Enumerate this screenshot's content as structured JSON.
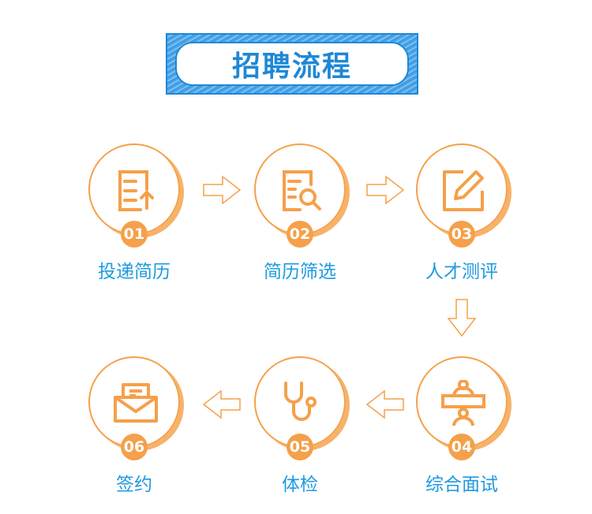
{
  "title": "招聘流程",
  "steps": [
    {
      "num": "01",
      "label": "投递简历",
      "icon": "document-upload-icon"
    },
    {
      "num": "02",
      "label": "简历筛选",
      "icon": "document-search-icon"
    },
    {
      "num": "03",
      "label": "人才测评",
      "icon": "edit-icon"
    },
    {
      "num": "04",
      "label": "综合面试",
      "icon": "interview-icon"
    },
    {
      "num": "05",
      "label": "体检",
      "icon": "stethoscope-icon"
    },
    {
      "num": "06",
      "label": "签约",
      "icon": "envelope-icon"
    }
  ],
  "colors": {
    "accent": "#f5a04a",
    "blue": "#1e9ae0"
  }
}
